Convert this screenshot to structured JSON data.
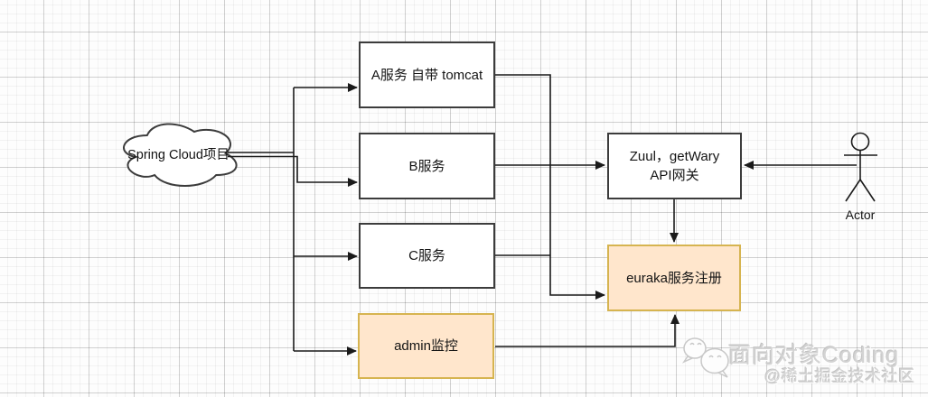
{
  "diagram": {
    "cloud": {
      "label": "Spring Cloud项目"
    },
    "nodes": {
      "service_a": {
        "label": "A服务 自带 tomcat"
      },
      "service_b": {
        "label": "B服务"
      },
      "service_c": {
        "label": "C服务"
      },
      "admin": {
        "label": "admin监控"
      },
      "zuul": {
        "label_line1": "Zuul，getWary",
        "label_line2": "API网关"
      },
      "eureka": {
        "label": "euraka服务注册"
      }
    },
    "actor": {
      "label": "Actor"
    },
    "colors": {
      "node_fill": "#ffffff",
      "node_stroke": "#3c3c3c",
      "highlight_fill": "#ffe6cc",
      "highlight_stroke": "#d6b450",
      "connector": "#1a1a1a",
      "grid_major": "#dddddd",
      "grid_minor": "#f2f2f2",
      "watermark_gray": "#d3d3d3"
    }
  },
  "watermark": {
    "icon": "wechat-chat-bubbles-icon",
    "title": "面向对象Coding",
    "subtitle": "@稀土掘金技术社区"
  }
}
